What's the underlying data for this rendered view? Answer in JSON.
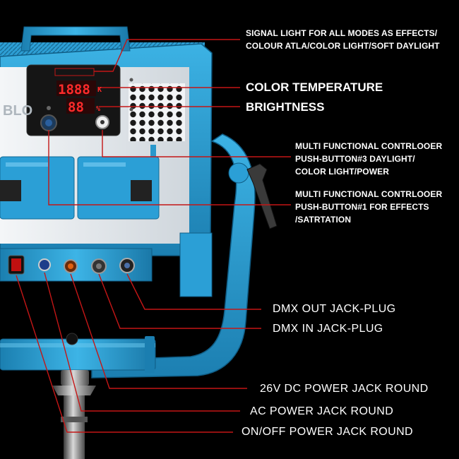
{
  "colors": {
    "background": "#000000",
    "frame_blue": "#2a9fd3",
    "callout_red": "#c41616",
    "display_red": "#ff2b2b",
    "panel_white": "#e9eef2"
  },
  "display": {
    "brand_text": "BLO",
    "temp_digits": "1888",
    "temp_unit": "K",
    "bright_digits": "88",
    "bright_unit": "%"
  },
  "callouts": [
    {
      "id": "signal-light",
      "lines": [
        "SIGNAL LIGHT FOR ALL MODES AS EFFECTS/",
        "COLOUR ATLA/COLOR LIGHT/SOFT DAYLIGHT"
      ]
    },
    {
      "id": "color-temperature",
      "lines": [
        "COLOR TEMPERATURE"
      ]
    },
    {
      "id": "brightness",
      "lines": [
        "BRIGHTNESS"
      ]
    },
    {
      "id": "button-3",
      "lines": [
        "MULTI FUNCTIONAL CONTRLOOER",
        "PUSH-BUTTON#3 DAYLIGHT/",
        "COLOR LIGHT/POWER"
      ]
    },
    {
      "id": "button-1",
      "lines": [
        "MULTI FUNCTIONAL  CONTRLOOER",
        "PUSH-BUTTON#1 FOR  EFFECTS",
        "/SATRTATION"
      ]
    },
    {
      "id": "dmx-out",
      "lines": [
        "DMX OUT JACK-PLUG"
      ]
    },
    {
      "id": "dmx-in",
      "lines": [
        "DMX IN JACK-PLUG"
      ]
    },
    {
      "id": "dc-power",
      "lines": [
        "26V DC POWER JACK ROUND"
      ]
    },
    {
      "id": "ac-power",
      "lines": [
        "AC POWER JACK ROUND"
      ]
    },
    {
      "id": "onoff-power",
      "lines": [
        "ON/OFF POWER JACK ROUND"
      ]
    }
  ]
}
